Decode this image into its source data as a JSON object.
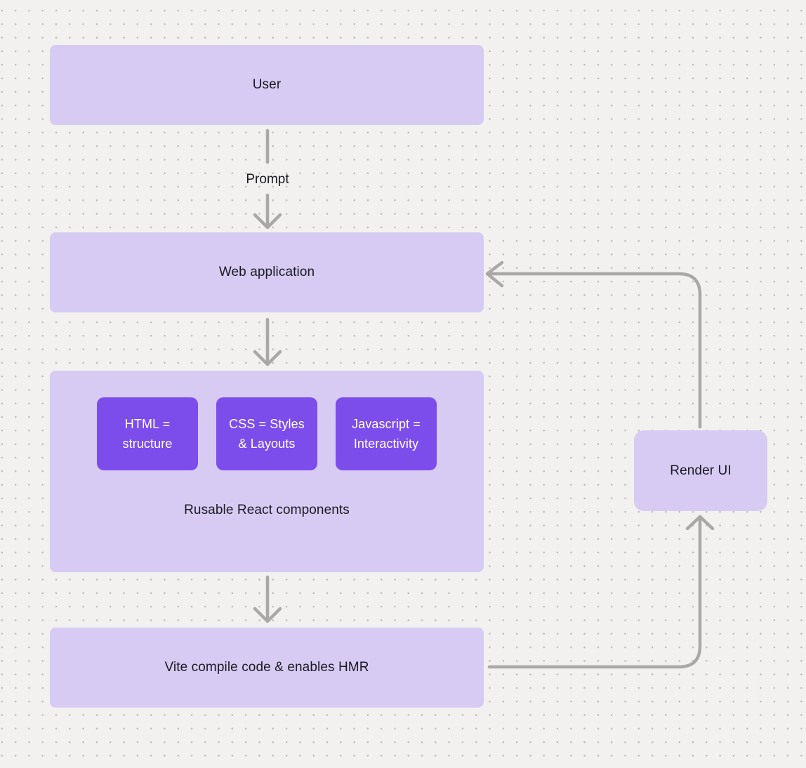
{
  "diagram": {
    "nodes": {
      "user": {
        "label": "User"
      },
      "web_application": {
        "label": "Web application"
      },
      "components_group": {
        "chips": [
          {
            "line1": "HTML =",
            "line2": "structure"
          },
          {
            "line1": "CSS = Styles",
            "line2": "& Layouts"
          },
          {
            "line1": "Javascript =",
            "line2": "Interactivity"
          }
        ],
        "caption": "Rusable React components"
      },
      "vite": {
        "label": "Vite compile code & enables HMR"
      },
      "render_ui": {
        "label": "Render UI"
      }
    },
    "edge_labels": {
      "prompt": "Prompt"
    },
    "colors": {
      "background": "#f2f1ef",
      "grid_dot": "#bbbab8",
      "node_fill": "#d7cbf4",
      "chip_fill": "#7c4deb",
      "chip_text": "#ffffff",
      "label_text": "#1b1a20",
      "connector": "#a9a8a6"
    }
  }
}
